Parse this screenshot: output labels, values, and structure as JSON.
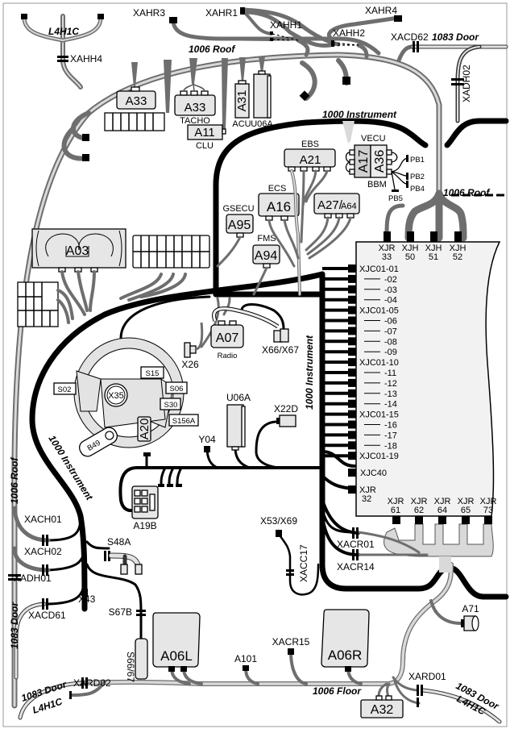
{
  "diagram": {
    "title": "Instrument panel / roof / floor wiring harness overview",
    "harnesses": {
      "roof_1006_top": "1006 Roof",
      "roof_1006_right": "1006 Roof",
      "roof_1006_left": "1006 Roof",
      "instrument_1000_top": "1000 Instrument",
      "instrument_1000_center": "1000 Instrument",
      "instrument_1000_left": "1000 Instrument",
      "door_1083_topright": "1083 Door",
      "door_1083_left": "1083 Door",
      "door_1083_bottomleft": "1083 Door",
      "door_1083_bottomright": "1083 Door",
      "floor_1006": "1006 Floor",
      "l4h1c_top": "L4H1C",
      "l4h1c_bottomleft": "L4H1C",
      "l4h1c_bottomright": "L4H1C"
    },
    "connectors": {
      "xahr3": "XAHR3",
      "xahr1": "XAHR1",
      "xahr4": "XAHR4",
      "xahh1": "XAHH1",
      "xahh2": "XAHH2",
      "xahh4": "XAHH4",
      "xacd62": "XACD62",
      "xadh02": "XADH02",
      "xach01": "XACH01",
      "xach02": "XACH02",
      "xadh01": "XADH01",
      "xacd61": "XACD61",
      "xard02": "XARD02",
      "xard01": "XARD01",
      "xacr01": "XACR01",
      "xacr14": "XACR14",
      "xacr15": "XACR15",
      "xacc17": "XACC17",
      "x53_x69": "X53/X69",
      "x43": "X43",
      "x26": "X26",
      "x66_x67": "X66/X67",
      "x22d": "X22D",
      "y04": "Y04",
      "s48a": "S48A",
      "s67b": "S67B",
      "pb1": "PB1",
      "pb2": "PB2",
      "pb4": "PB4",
      "pb5": "PB5"
    },
    "components": {
      "a33_left": "A33",
      "a33_tacho": "A33",
      "tacho": "TACHO",
      "a11": "A11",
      "clu": "CLU",
      "a31": "A31",
      "acu": "ACU",
      "u06a_top": "U06A",
      "u06a_mid": "U06A",
      "a21": "A21",
      "ebs": "EBS",
      "a16": "A16",
      "ecs": "ECS",
      "a27_a64": "A27/",
      "a27_a64_small": "A64",
      "a95": "A95",
      "gsecu": "GSECU",
      "a94": "A94",
      "fms": "FMS",
      "a17": "A17",
      "a36": "A36",
      "vecu": "VECU",
      "bbm": "BBM",
      "a03": "A03",
      "a07": "A07",
      "radio": "Radio",
      "a19b": "A19B",
      "a20": "A20",
      "b49": "B49",
      "x35": "X35",
      "s02": "S02",
      "s15": "S15",
      "s06": "S06",
      "s30": "S30",
      "s156a": "S156A",
      "s66_67": "S66/67",
      "a06l": "A06L",
      "a06r": "A06R",
      "a101": "A101",
      "a32": "A32",
      "a71": "A71"
    },
    "central_unit": {
      "top_connectors": [
        {
          "name": "XJR",
          "num": "33"
        },
        {
          "name": "XJH",
          "num": "50"
        },
        {
          "name": "XJH",
          "num": "51"
        },
        {
          "name": "XJH",
          "num": "52"
        }
      ],
      "xjc_rows": [
        "XJC01-01",
        "-02",
        "-03",
        "-04",
        "XJC01-05",
        "-06",
        "-07",
        "-08",
        "-09",
        "XJC01-10",
        "-11",
        "-12",
        "-13",
        "-14",
        "XJC01-15",
        "-16",
        "-17",
        "-18",
        "XJC01-19"
      ],
      "xjc40": "XJC40",
      "xjr32_name": "XJR",
      "xjr32_num": "32",
      "bottom_connectors": [
        {
          "name": "XJR",
          "num": "61"
        },
        {
          "name": "XJR",
          "num": "62"
        },
        {
          "name": "XJR",
          "num": "64"
        },
        {
          "name": "XJR",
          "num": "65"
        },
        {
          "name": "XJR",
          "num": "73"
        }
      ]
    },
    "colors": {
      "roof_harness": "#6e6e6e",
      "instrument_harness": "#000000",
      "branch_fill": "#d9d9d9",
      "component_fill": "#e6e6e6"
    }
  }
}
